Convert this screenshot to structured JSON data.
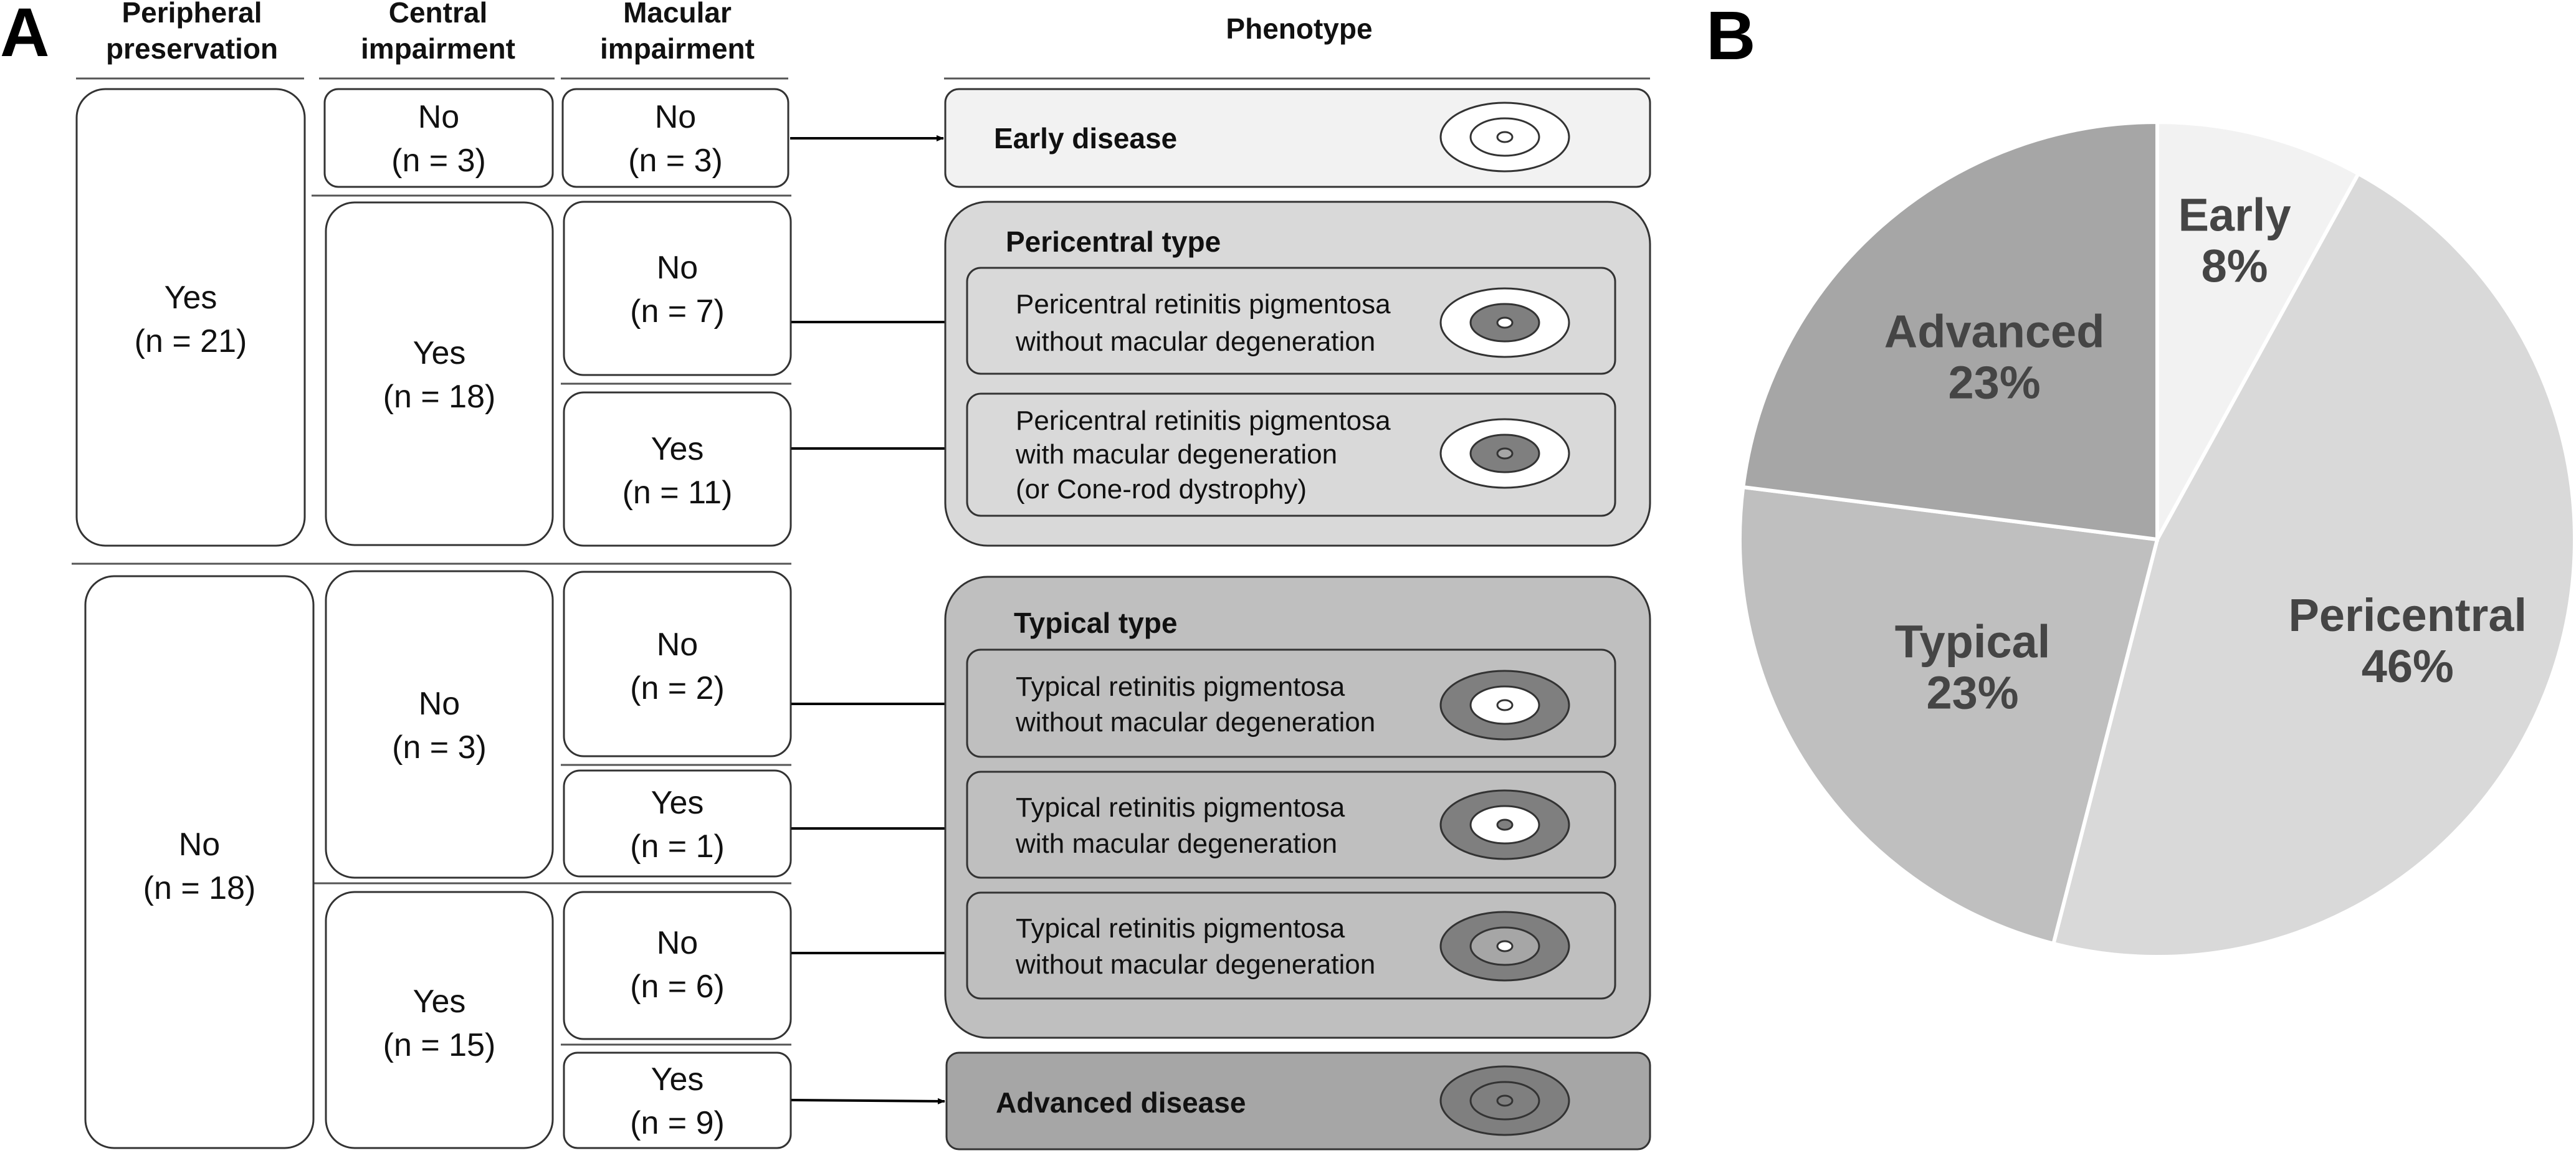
{
  "panel_labels": {
    "a": "A",
    "b": "B"
  },
  "headers": {
    "peripheral": [
      "Peripheral",
      "preservation"
    ],
    "central": [
      "Central",
      "impairment"
    ],
    "macular": [
      "Macular",
      "impairment"
    ],
    "phenotype": "Phenotype"
  },
  "peripheral_cells": [
    {
      "answer": "Yes",
      "count": "(n = 21)"
    },
    {
      "answer": "No",
      "count": "(n = 18)"
    }
  ],
  "central_cells": [
    {
      "answer": "No",
      "count": "(n = 3)"
    },
    {
      "answer": "Yes",
      "count": "(n = 18)"
    },
    {
      "answer": "No",
      "count": "(n = 3)"
    },
    {
      "answer": "Yes",
      "count": "(n = 15)"
    }
  ],
  "macular_cells": [
    {
      "answer": "No",
      "count": "(n = 3)"
    },
    {
      "answer": "No",
      "count": "(n = 7)"
    },
    {
      "answer": "Yes",
      "count": "(n = 11)"
    },
    {
      "answer": "No",
      "count": "(n = 2)"
    },
    {
      "answer": "Yes",
      "count": "(n = 1)"
    },
    {
      "answer": "No",
      "count": "(n = 6)"
    },
    {
      "answer": "Yes",
      "count": "(n = 9)"
    }
  ],
  "phenotypes": {
    "early": "Early disease",
    "pericentral_group": "Pericentral type",
    "pericentral_1": [
      "Pericentral retinitis pigmentosa",
      "without macular degeneration"
    ],
    "pericentral_2": [
      "Pericentral retinitis pigmentosa",
      "with macular degeneration",
      "(or Cone-rod dystrophy)"
    ],
    "typical_group": "Typical type",
    "typical_1": [
      "Typical retinitis pigmentosa",
      "without macular degeneration"
    ],
    "typical_2": [
      "Typical retinitis pigmentosa",
      "with macular degeneration"
    ],
    "typical_3": [
      "Typical retinitis pigmentosa",
      "without macular degeneration"
    ],
    "advanced": "Advanced disease"
  },
  "colors": {
    "early_box": "#f2f2f2",
    "pericentral_box": "#d9d9d9",
    "typical_box": "#bfbfbf",
    "advanced_box": "#a6a6a6",
    "eye_white": "#ffffff",
    "eye_dark": "#7f7f7f",
    "eye_mid": "#a6a6a6"
  },
  "chart_data": {
    "type": "pie",
    "start_angle_deg": 0,
    "direction": "clockwise",
    "slices": [
      {
        "label": "Early",
        "value": 8,
        "display": "8%",
        "color": "#f2f2f2"
      },
      {
        "label": "Pericentral",
        "value": 46,
        "display": "46%",
        "color": "#d9d9d9"
      },
      {
        "label": "Typical",
        "value": 23,
        "display": "23%",
        "color": "#bfbfbf"
      },
      {
        "label": "Advanced",
        "value": 23,
        "display": "23%",
        "color": "#a6a6a6"
      }
    ]
  }
}
